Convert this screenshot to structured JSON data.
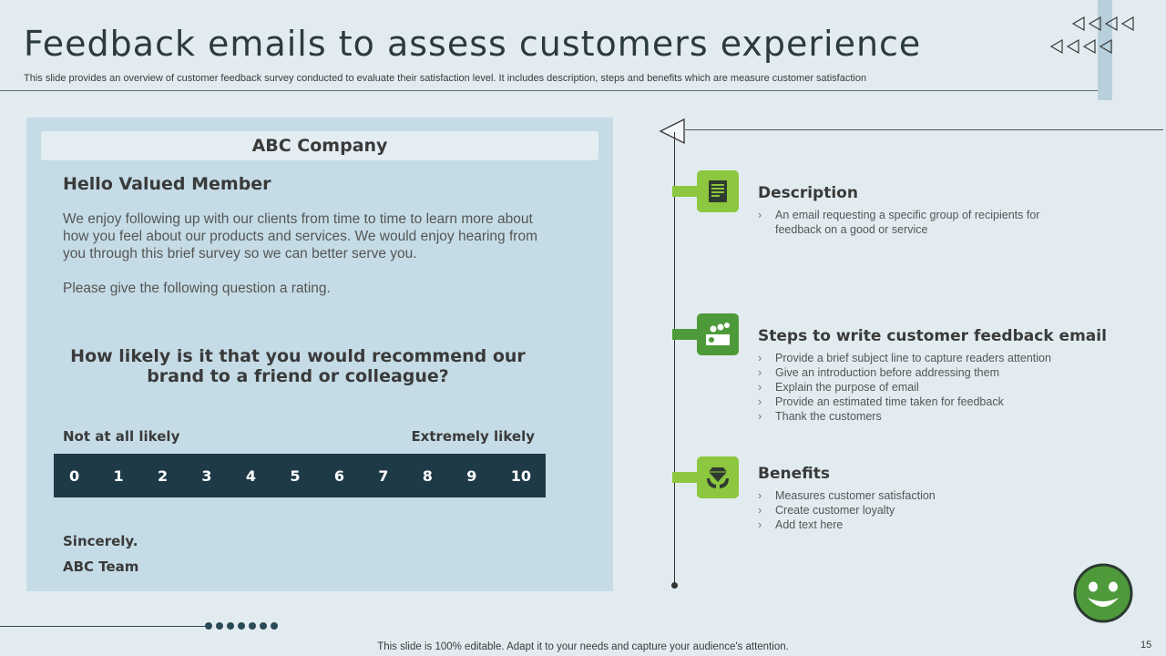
{
  "slide": {
    "title": "Feedback emails to assess customers experience",
    "subtitle": "This slide provides an overview of customer feedback survey conducted to evaluate their satisfaction level. It includes description, steps and benefits which are measure customer satisfaction",
    "page_number": "15",
    "footer": "This slide is 100% editable. Adapt it to your needs and capture your audience's attention."
  },
  "email": {
    "company": "ABC Company",
    "greeting": "Hello Valued Member",
    "body": "We enjoy following up with our clients from time to time to learn more about how you feel about our products and services. We would enjoy hearing from you through  this brief survey  so we can better serve you.",
    "rating_prompt": "Please give the following  question a rating.",
    "question": "How likely is it that you would recommend our brand to a friend or colleague?",
    "scale_low_label": "Not at all likely",
    "scale_high_label": "Extremely likely",
    "scale": [
      "0",
      "1",
      "2",
      "3",
      "4",
      "5",
      "6",
      "7",
      "8",
      "9",
      "10"
    ],
    "signoff": "Sincerely.",
    "signature": "ABC Team"
  },
  "steps": [
    {
      "title": "Description",
      "icon": "document-icon",
      "color": "#8dc63f",
      "items": [
        "An email requesting a specific group of recipients for feedback on a good or service"
      ]
    },
    {
      "title": "Steps to write customer  feedback email",
      "icon": "money-chart-icon",
      "color": "#4e9a3a",
      "items": [
        "Provide  a brief subject line to capture readers attention",
        "Give  an introduction before  addressing them",
        "Explain the purpose  of email",
        "Provide  an estimated time taken for feedback",
        "Thank the customers"
      ]
    },
    {
      "title": "Benefits",
      "icon": "diamond-hands-icon",
      "color": "#8dc63f",
      "items": [
        "Measures customer satisfaction",
        "Create customer loyalty",
        "Add text here"
      ]
    }
  ],
  "colors": {
    "background": "#e2ecf0",
    "card": "#c5dce6",
    "scale_bar": "#1e3a47",
    "accent_light_green": "#8dc63f",
    "accent_dark_green": "#4e9a3a"
  }
}
